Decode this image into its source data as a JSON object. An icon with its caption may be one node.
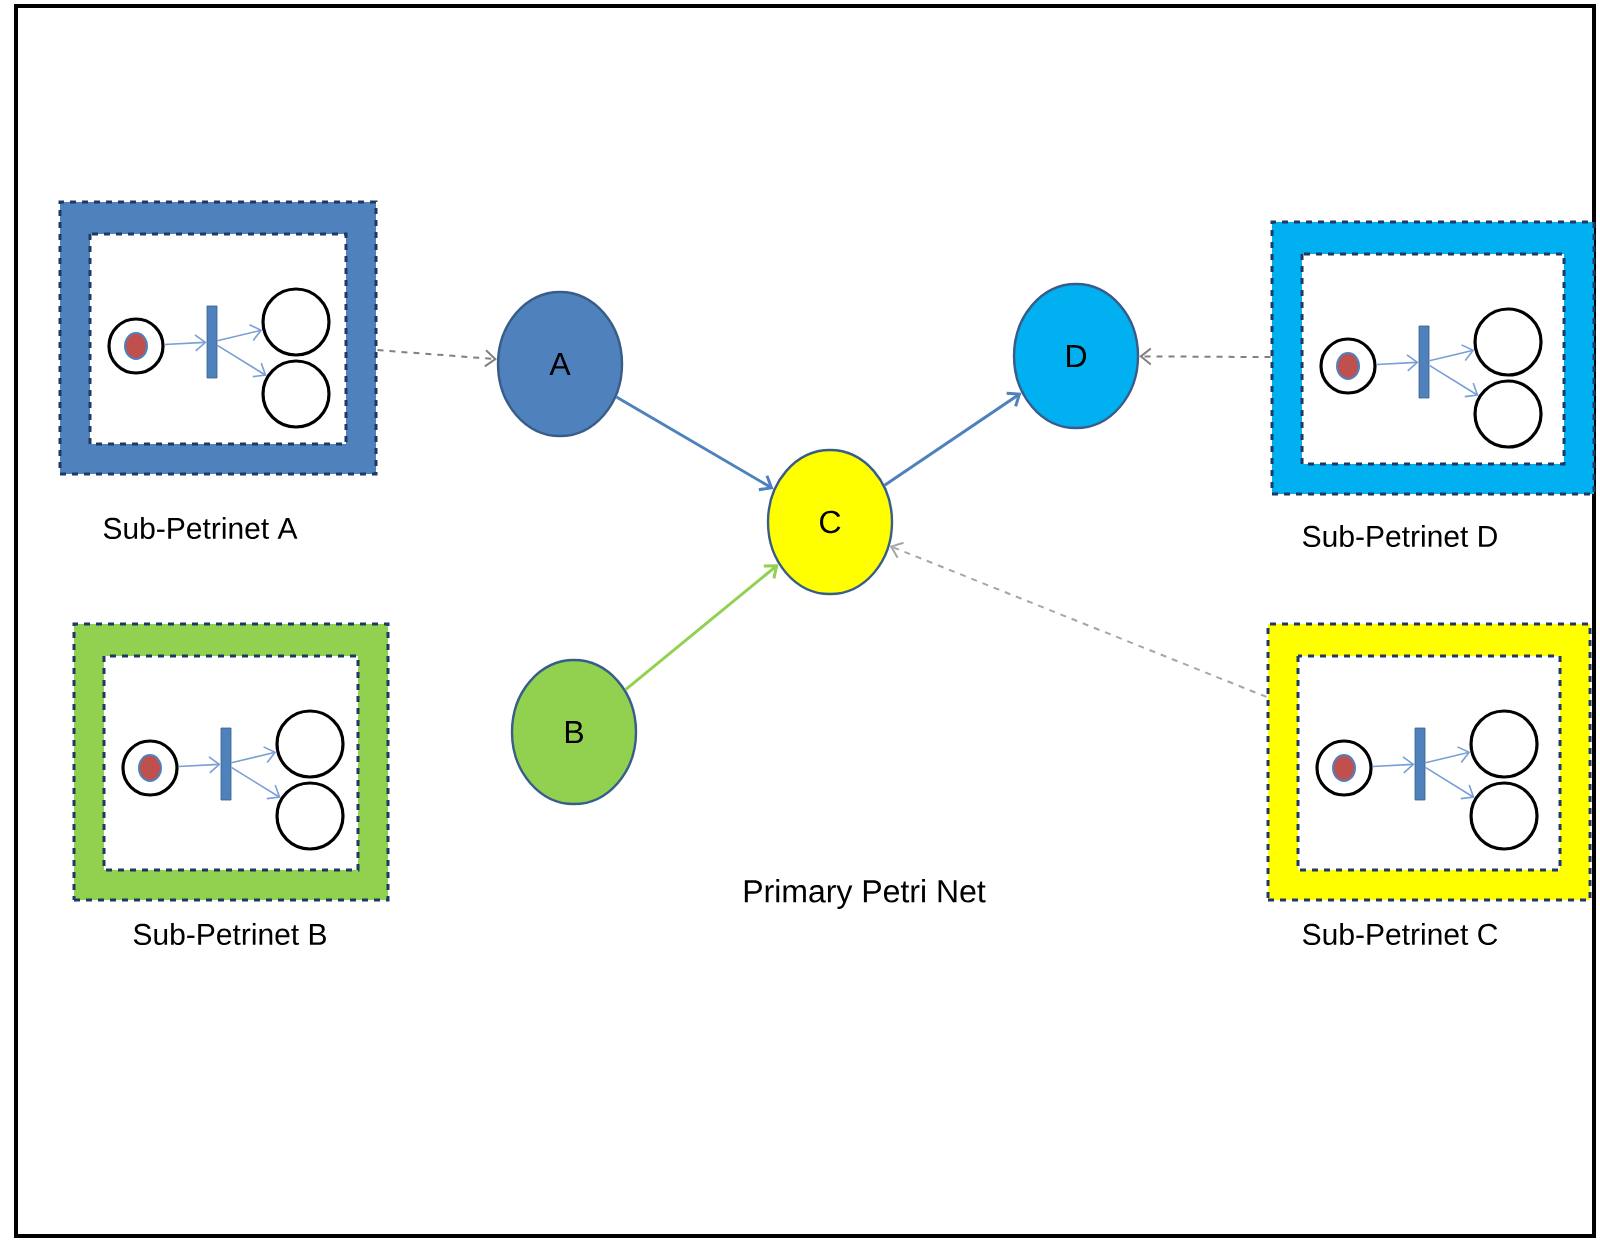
{
  "diagram": {
    "nodes": [
      {
        "text": [
          "Sub-Petrinet A"
        ]
      },
      {
        "text": [],
        "shape": "circle",
        "in": 0
      },
      {
        "text": [],
        "shape": "bar",
        "in": 0
      },
      {
        "text": [],
        "shape": "circle",
        "in": 0
      },
      {
        "text": [],
        "shape": "circle",
        "in": 0
      },
      {
        "text": [
          "A"
        ]
      },
      {
        "text": [
          "D"
        ]
      },
      {
        "text": [
          "Sub-Petrinet D"
        ]
      },
      {
        "text": [],
        "shape": "circle",
        "in": 7
      },
      {
        "text": [],
        "shape": "bar",
        "in": 7
      },
      {
        "text": [],
        "shape": "circle",
        "in": 7
      },
      {
        "text": [],
        "shape": "circle",
        "in": 7
      },
      {
        "text": [
          "C"
        ]
      },
      {
        "text": [
          "Sub-Petrinet B"
        ]
      },
      {
        "text": [],
        "shape": "circle",
        "in": 13
      },
      {
        "text": [],
        "shape": "bar",
        "in": 13
      },
      {
        "text": [],
        "shape": "circle",
        "in": 13
      },
      {
        "text": [],
        "shape": "circle",
        "in": 13
      },
      {
        "text": [
          "B"
        ]
      },
      {
        "text": [
          "Sub-Petrinet C"
        ]
      },
      {
        "text": [],
        "shape": "circle",
        "in": 19
      },
      {
        "text": [],
        "shape": "bar",
        "in": 19
      },
      {
        "text": [],
        "shape": "circle",
        "in": 19
      },
      {
        "text": [],
        "shape": "circle",
        "in": 19
      }
    ],
    "edges": [
      {
        "from": 0,
        "to": 5,
        "arrow": "to",
        "style": "dashed",
        "color": "#808080"
      },
      {
        "from": 5,
        "to": 12,
        "arrow": "to",
        "color": "#4f81bd"
      },
      {
        "from": 12,
        "to": 6,
        "arrow": "to",
        "color": "#4f81bd"
      },
      {
        "from": 7,
        "to": 6,
        "arrow": "to",
        "style": "dashed",
        "color": "#808080"
      },
      {
        "from": 18,
        "to": 12,
        "arrow": "to",
        "color": "#92d050"
      },
      {
        "from": 19,
        "to": 12,
        "arrow": "to",
        "style": "dashed",
        "color": "#a6a6a6"
      },
      {
        "from": 1,
        "to": 2,
        "arrow": "to"
      },
      {
        "from": 2,
        "to": 3,
        "arrow": "to"
      },
      {
        "from": 2,
        "to": 4,
        "arrow": "to"
      },
      {
        "from": 8,
        "to": 9,
        "arrow": "to"
      },
      {
        "from": 9,
        "to": 10,
        "arrow": "to"
      },
      {
        "from": 9,
        "to": 11,
        "arrow": "to"
      },
      {
        "from": 14,
        "to": 15,
        "arrow": "to"
      },
      {
        "from": 15,
        "to": 16,
        "arrow": "to"
      },
      {
        "from": 15,
        "to": 17,
        "arrow": "to"
      },
      {
        "from": 20,
        "to": 21,
        "arrow": "to"
      },
      {
        "from": 21,
        "to": 22,
        "arrow": "to"
      },
      {
        "from": 21,
        "to": 23,
        "arrow": "to"
      }
    ],
    "labels": [
      "Primary Petri Net"
    ]
  }
}
